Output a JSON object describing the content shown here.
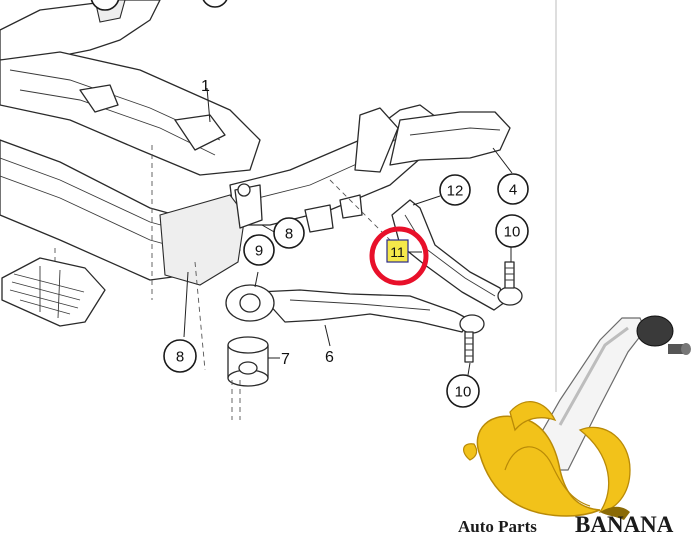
{
  "callouts": {
    "c1": "1",
    "c4": "4",
    "c6": "6",
    "c7": "7",
    "c8a": "8",
    "c8b": "8",
    "c9": "9",
    "c10a": "10",
    "c10b": "10",
    "c11": "11",
    "c12": "12"
  },
  "brand": {
    "text_a": "Auto Parts",
    "text_b": "BANANA"
  },
  "colors": {
    "highlight_ring": "#e8102a",
    "highlight_box": "#f5e84a",
    "banana_yellow": "#f2c21a",
    "banana_dark": "#b98a07"
  }
}
